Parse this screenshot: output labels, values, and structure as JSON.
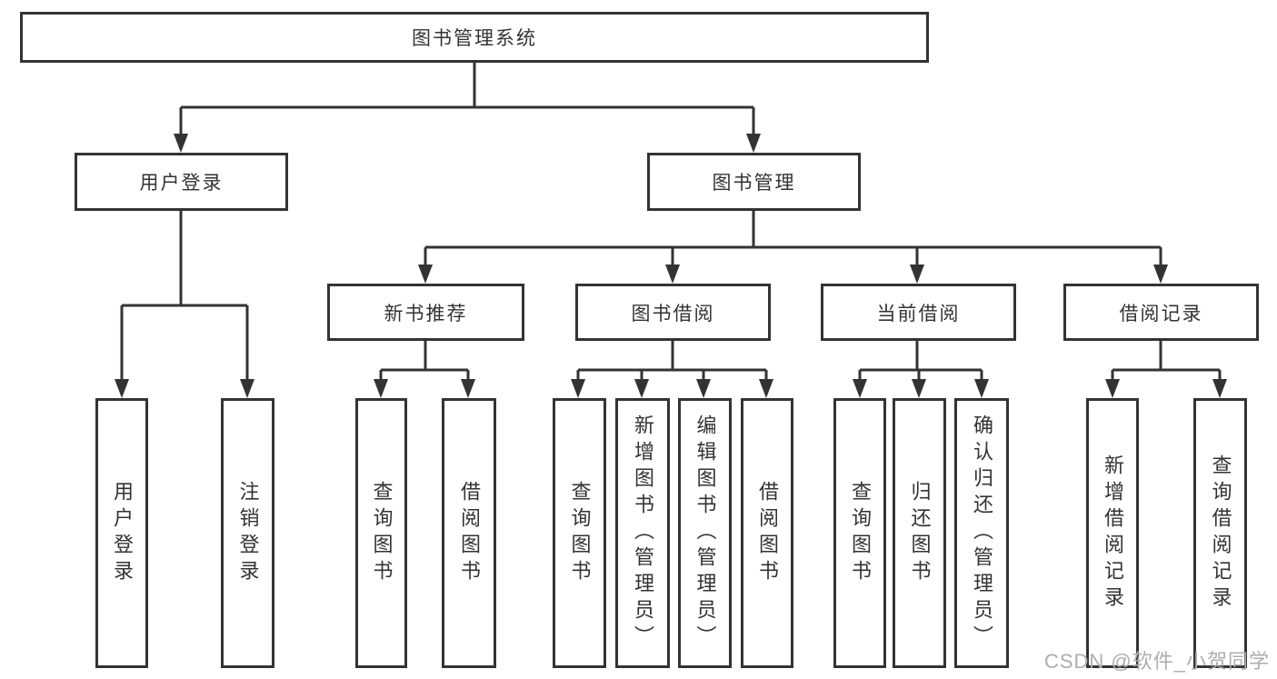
{
  "diagram": {
    "root": {
      "label": "图书管理系统",
      "children": [
        {
          "label": "用户登录",
          "children": [
            {
              "label": "用户登录"
            },
            {
              "label": "注销登录"
            }
          ]
        },
        {
          "label": "图书管理",
          "children": [
            {
              "label": "新书推荐",
              "children": [
                {
                  "label": "查询图书"
                },
                {
                  "label": "借阅图书"
                }
              ]
            },
            {
              "label": "图书借阅",
              "children": [
                {
                  "label": "查询图书"
                },
                {
                  "label": "新增图书（管理员）"
                },
                {
                  "label": "编辑图书（管理员）"
                },
                {
                  "label": "借阅图书"
                }
              ]
            },
            {
              "label": "当前借阅",
              "children": [
                {
                  "label": "查询图书"
                },
                {
                  "label": "归还图书"
                },
                {
                  "label": "确认归还（管理员）"
                }
              ]
            },
            {
              "label": "借阅记录",
              "children": [
                {
                  "label": "新增借阅记录"
                },
                {
                  "label": "查询借阅记录"
                }
              ]
            }
          ]
        }
      ]
    }
  },
  "watermark": {
    "text": "CSDN @软件_小贺同学"
  },
  "colors": {
    "line": "#333333",
    "text": "#333333",
    "background": "#ffffff",
    "watermark": "#adadad"
  }
}
